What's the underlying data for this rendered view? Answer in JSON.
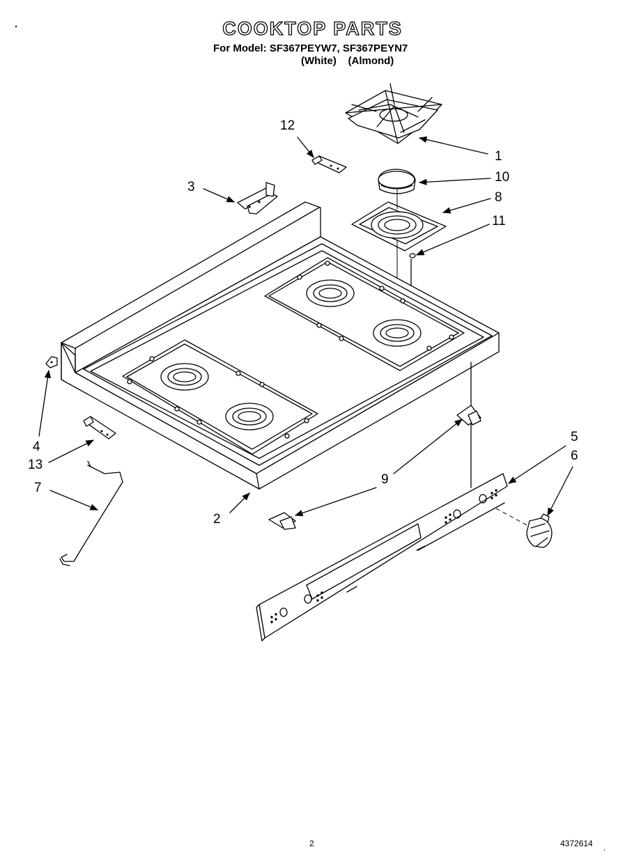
{
  "header": {
    "title": "COOKTOP PARTS",
    "model_line": "For Model: SF367PEYW7, SF367PEYN7",
    "variants_line": "(White)    (Almond)"
  },
  "callouts": {
    "c1": "1",
    "c2": "2",
    "c3": "3",
    "c4": "4",
    "c5": "5",
    "c6": "6",
    "c7": "7",
    "c8": "8",
    "c9": "9",
    "c10": "10",
    "c11": "11",
    "c12": "12",
    "c13": "13"
  },
  "footer": {
    "page_number": "2",
    "doc_number": "4372614"
  }
}
